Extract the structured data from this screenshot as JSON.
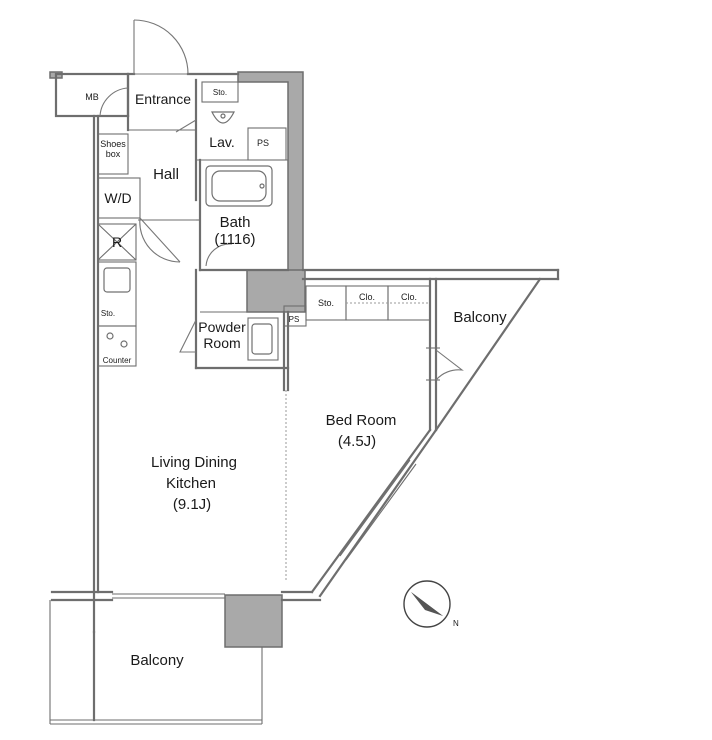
{
  "rooms": {
    "mb": "MB",
    "entrance": "Entrance",
    "sto_top": "Sto.",
    "lav": "Lav.",
    "ps_top": "PS",
    "shoes_box_line1": "Shoes",
    "shoes_box_line2": "box",
    "hall": "Hall",
    "wd": "W/D",
    "bath_line1": "Bath",
    "bath_line2": "(1116)",
    "r": "R",
    "sto_kitchen": "Sto.",
    "counter": "Counter",
    "powder_line1": "Powder",
    "powder_line2": "Room",
    "ps_mid": "PS",
    "sto_bed": "Sto.",
    "clo_1": "Clo.",
    "clo_2": "Clo.",
    "balcony_right": "Balcony",
    "bed_line1": "Bed Room",
    "bed_line2": "(4.5J)",
    "ldk_line1": "Living Dining",
    "ldk_line2": "Kitchen",
    "ldk_line3": "(9.1J)",
    "balcony_bottom": "Balcony"
  },
  "compass": {
    "icon": "north-arrow-icon",
    "letter": "N"
  }
}
